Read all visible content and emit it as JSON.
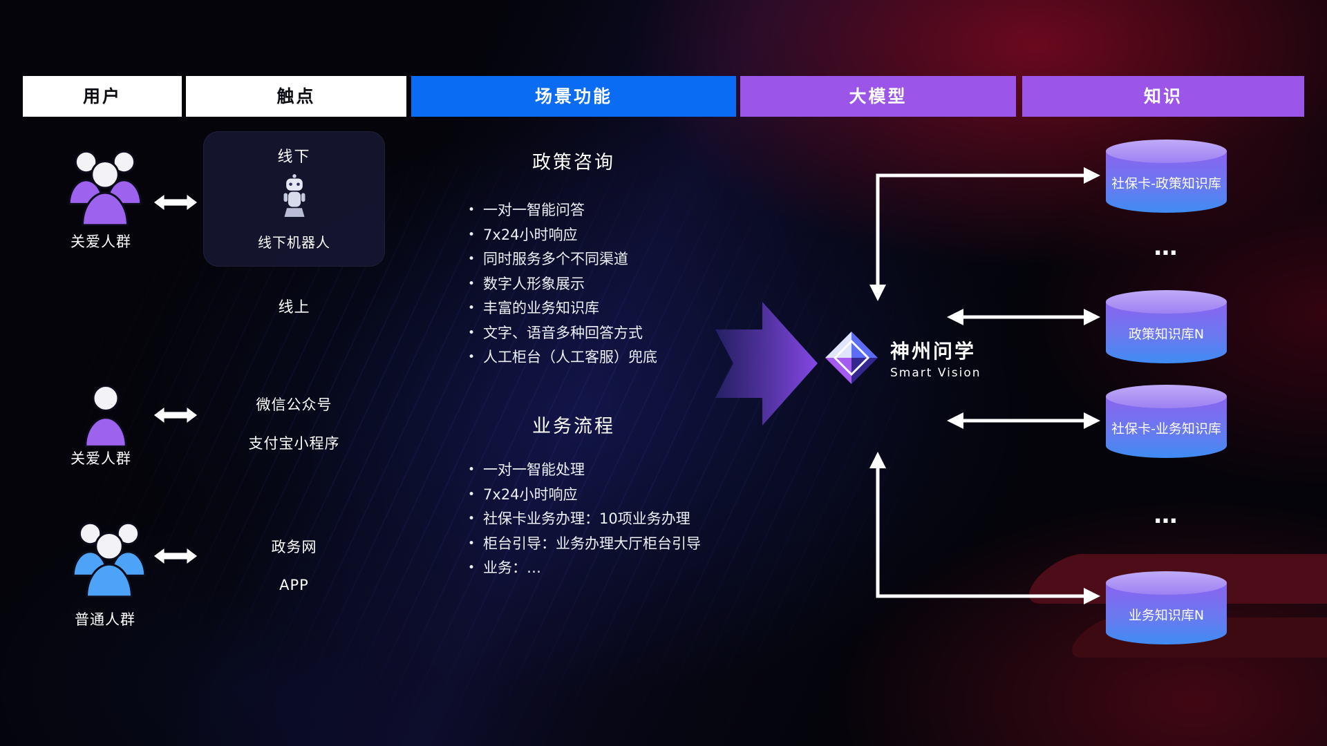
{
  "header": {
    "columns": [
      {
        "label": "用户"
      },
      {
        "label": "触点"
      },
      {
        "label": "场景功能"
      },
      {
        "label": "大模型"
      },
      {
        "label": "知识"
      }
    ]
  },
  "users": [
    {
      "label": "关爱人群"
    },
    {
      "label": "关爱人群"
    },
    {
      "label": "普通人群"
    }
  ],
  "touchpoints": {
    "offline_title": "线下",
    "offline_robot_label": "线下机器人",
    "online_title": "线上",
    "wechat": "微信公众号",
    "alipay": "支付宝小程序",
    "gov_web": "政务网",
    "app": "APP"
  },
  "scene_functions": {
    "policy": {
      "title": "政策咨询",
      "items": [
        "一对一智能问答",
        "7x24小时响应",
        "同时服务多个不同渠道",
        "数字人形象展示",
        "丰富的业务知识库",
        "文字、语音多种回答方式",
        "人工柜台（人工客服）兜底"
      ]
    },
    "business": {
      "title": "业务流程",
      "items": [
        "一对一智能处理",
        "7x24小时响应",
        "社保卡业务办理：10项业务办理",
        "柜台引导：业务办理大厅柜台引导",
        "业务：…"
      ]
    }
  },
  "model": {
    "name": "神州问学",
    "subtitle": "Smart Vision"
  },
  "knowledge": {
    "db1": "社保卡-政策知识库",
    "ellipsis1": "…",
    "db2": "政策知识库N",
    "db3": "社保卡-业务知识库",
    "ellipsis2": "…",
    "db4": "业务知识库N"
  },
  "colors": {
    "header_blue": "#0a6cf2",
    "header_purple": "#9b55e8",
    "user_purple": "#9d63ee",
    "user_blue": "#4da3f8",
    "db_top": "#b29bf6",
    "db_body_from": "#8a63f0",
    "db_body_to": "#3f8cf2",
    "connector_white": "#ffffff",
    "big_arrow_purple": "#8b4bf0"
  }
}
